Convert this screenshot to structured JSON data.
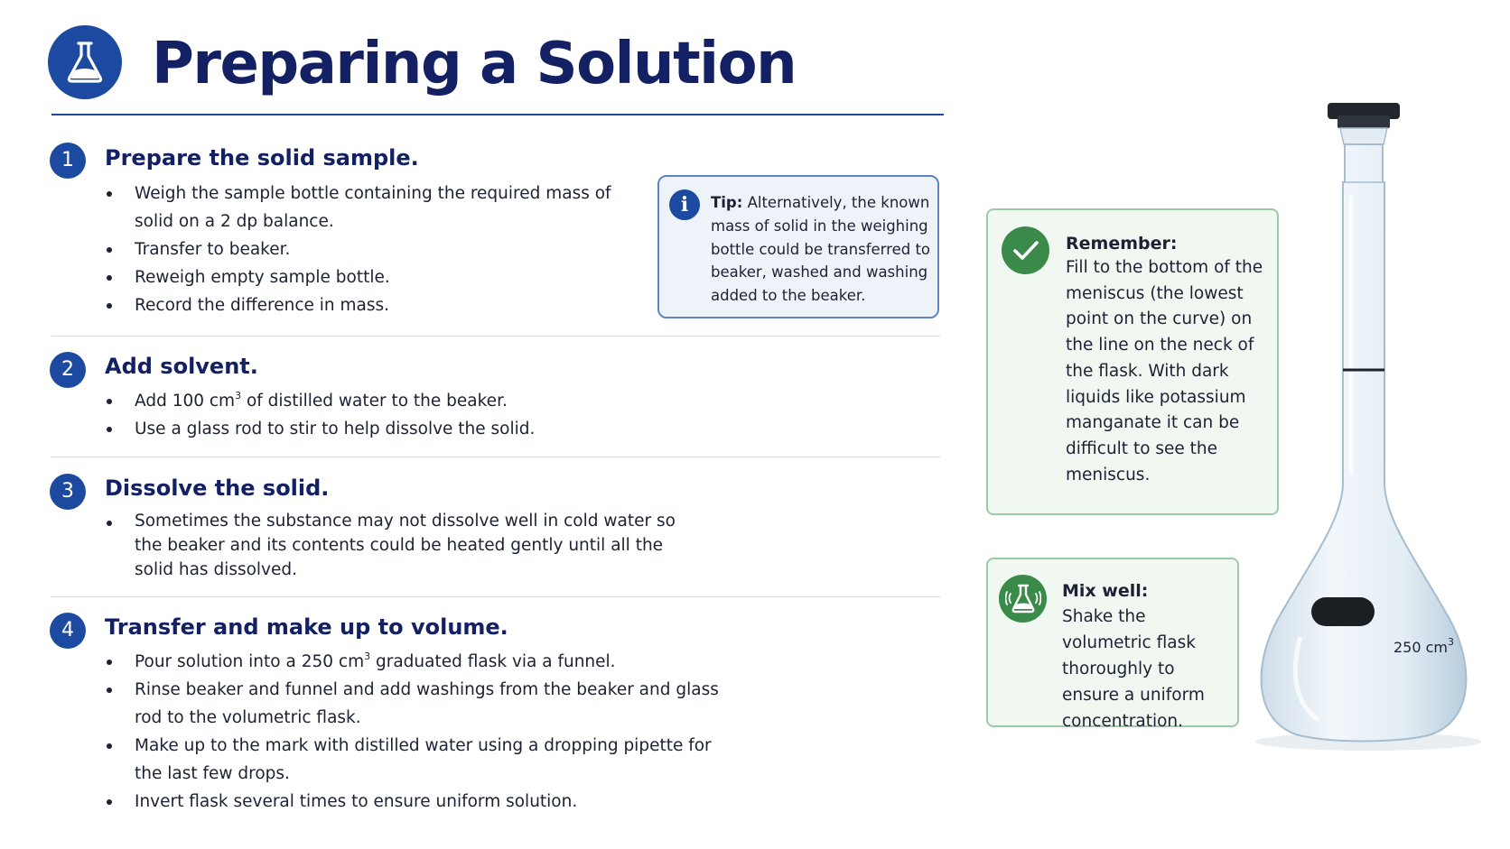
{
  "header": {
    "title": "Preparing a Solution",
    "icon": "flask-icon",
    "accent_color": "#1c4aa0",
    "title_color": "#132063"
  },
  "steps": [
    {
      "number": "1",
      "title": "Prepare the solid sample.",
      "bullets": [
        "Weigh the sample bottle containing the required mass of solid on a 2 dp balance.",
        "Transfer to beaker.",
        "Reweigh empty sample bottle.",
        "Record the difference in mass."
      ]
    },
    {
      "number": "2",
      "title": "Add solvent.",
      "bullets": [
        {
          "pre": "Add 100 cm",
          "sup": "3",
          "post": " of distilled water to the beaker."
        },
        "Use a glass rod to stir to help dissolve the solid."
      ]
    },
    {
      "number": "3",
      "title": "Dissolve the solid.",
      "bullets": [
        "Sometimes the substance may not dissolve well in cold water so the beaker and its contents could be heated gently until all the solid has dissolved."
      ]
    },
    {
      "number": "4",
      "title": "Transfer and make up to volume.",
      "bullets": [
        {
          "pre": "Pour solution into a 250 cm",
          "sup": "3",
          "post": " graduated flask via a funnel."
        },
        "Rinse beaker and funnel and add washings from the beaker and glass rod to the volumetric flask.",
        "Make up to the mark with distilled water using a dropping pipette for the last few drops.",
        "Invert flask several times to ensure uniform solution."
      ]
    }
  ],
  "tip": {
    "icon": "info-icon",
    "label": "Tip:",
    "text": " Alternatively, the known mass of solid in the weighing bottle could be transferred to beaker, washed and washing added to the beaker."
  },
  "remember": {
    "icon": "check-icon",
    "title": "Remember:",
    "text": "Fill to the bottom of the meniscus (the lowest point on the curve) on the line on the neck of the flask. With dark liquids like potassium manganate it can be difficult to see the meniscus."
  },
  "mix": {
    "icon": "shaking-flask-icon",
    "title": "Mix well:",
    "text": "Shake the volumetric flask thoroughly to ensure a uniform concentration."
  },
  "flask_label": {
    "pre": "250 cm",
    "sup": "3"
  },
  "colors": {
    "step_badge": "#1c4aa0",
    "tip_border": "#5f84c2",
    "tip_bg": "#eef3fa",
    "note_border": "#9ccaa3",
    "note_bg": "#f1f8f1",
    "note_icon": "#3a8a4a"
  }
}
